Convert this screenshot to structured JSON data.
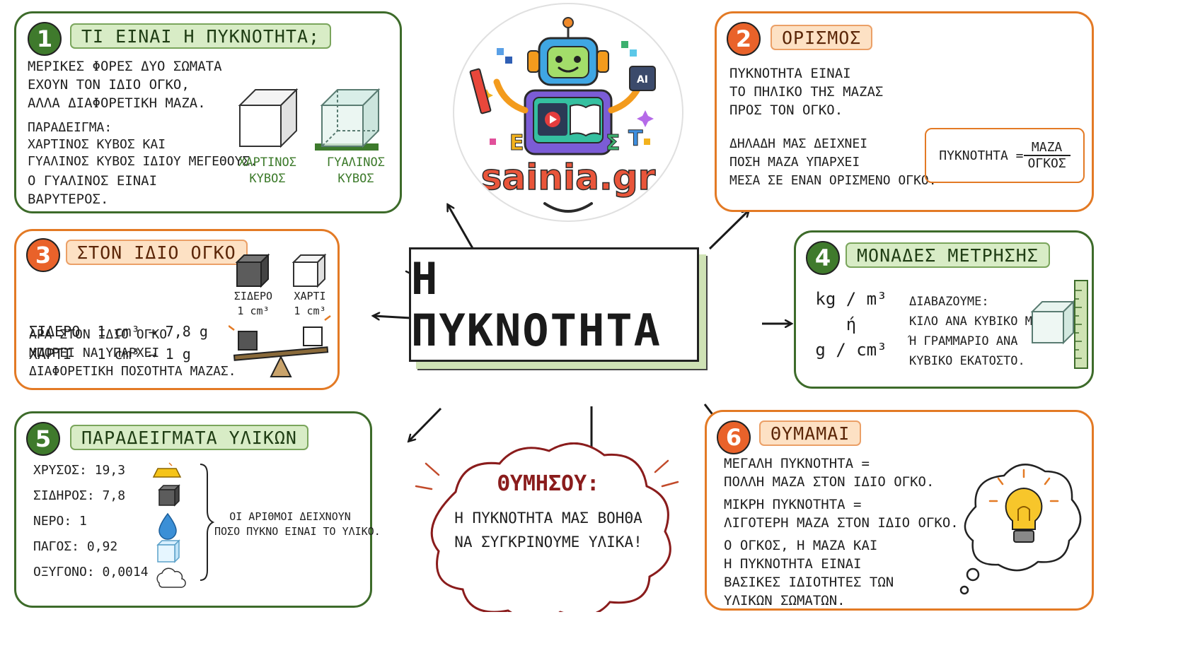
{
  "colors": {
    "green": "#3d6b2a",
    "orange": "#e37a25",
    "dark_red": "#8a1c1c"
  },
  "center": {
    "title": "Η ΠΥΚΝΟΤΗΤΑ"
  },
  "logo": {
    "text": "sainia.gr",
    "chip": "AI",
    "letters": [
      "E",
      "Σ",
      "T"
    ]
  },
  "panel1": {
    "number": "1",
    "title": "ΤΙ ΕΙΝΑΙ Η ΠΥΚΝΟΤΗΤΑ;",
    "lines": [
      "ΜΕΡΙΚΕΣ ΦΟΡΕΣ ΔΥΟ ΣΩΜΑΤΑ",
      "ΕΧΟΥΝ ΤΟΝ ΙΔΙΟ ΟΓΚΟ,",
      "ΑΛΛΑ ΔΙΑΦΟΡΕΤΙΚΗ ΜΑΖΑ."
    ],
    "example_lines": [
      "ΠΑΡΑΔΕΙΓΜΑ:",
      "ΧΑΡΤΙΝΟΣ ΚΥΒΟΣ ΚΑΙ",
      "ΓΥΑΛΙΝΟΣ ΚΥΒΟΣ ΙΔΙΟΥ ΜΕΓΕΘΟΥΣ."
    ],
    "conclusion_lines": [
      "Ο ΓΥΑΛΙΝΟΣ ΕΙΝΑΙ",
      "ΒΑΡΥΤΕΡΟΣ."
    ],
    "cube1_label": [
      "ΧΑΡΤΙΝΟΣ",
      "ΚΥΒΟΣ"
    ],
    "cube2_label": [
      "ΓΥΑΛΙΝΟΣ",
      "ΚΥΒΟΣ"
    ]
  },
  "panel2": {
    "number": "2",
    "title": "ΟΡΙΣΜΟΣ",
    "lines": [
      "ΠΥΚΝΟΤΗΤΑ ΕΙΝΑΙ",
      "ΤΟ ΠΗΛΙΚΟ ΤΗΣ ΜΑΖΑΣ",
      "ΠΡΟΣ ΤΟΝ ΟΓΚΟ."
    ],
    "lines2": [
      "ΔΗΛΑΔΗ ΜΑΣ ΔΕΙΧΝΕΙ",
      "ΠΟΣΗ ΜΑΖΑ ΥΠΑΡΧΕΙ",
      "ΜΕΣΑ ΣΕ ΕΝΑΝ ΟΡΙΣΜΕΝΟ ΟΓΚΟ."
    ],
    "formula": {
      "lhs": "ΠΥΚΝΟΤΗΤΑ =",
      "numerator": "ΜΑΖΑ",
      "denominator": "ΟΓΚΟΣ"
    }
  },
  "panel3": {
    "number": "3",
    "title": "ΣΤΟΝ ΙΔΙΟ ΟΓΚΟ",
    "rows": [
      "ΣΙΔΕΡΟ  1 cm³ → 7,8 g",
      "ΧΑΡΤΙ   1 cm³ → 1 g"
    ],
    "lines": [
      "ΑΡΑ ΣΤΟΝ ΙΔΙΟ ΟΓΚΟ",
      "ΜΠΟΡΕΙ ΝΑ ΥΠΑΡΧΕΙ",
      "ΔΙΑΦΟΡΕΤΙΚΗ ΠΟΣΟΤΗΤΑ ΜΑΖΑΣ."
    ],
    "cube1_label": [
      "ΣΙΔΕΡΟ",
      "1 cm³"
    ],
    "cube2_label": [
      "ΧΑΡΤΙ",
      "1 cm³"
    ]
  },
  "panel4": {
    "number": "4",
    "title": "ΜΟΝΑΔΕΣ ΜΕΤΡΗΣΗΣ",
    "units": [
      "kg / m³",
      "ή",
      "g / cm³"
    ],
    "lines": [
      "ΔΙΑΒΑΖΟΥΜΕ:",
      "ΚΙΛΟ ΑΝΑ ΚΥΒΙΚΟ ΜΕΤΡΟ",
      "Ή ΓΡΑΜΜΑΡΙΟ ΑΝΑ",
      "ΚΥΒΙΚΟ ΕΚΑΤΟΣΤΟ."
    ]
  },
  "panel5": {
    "number": "5",
    "title": "ΠΑΡΑΔΕΙΓΜΑΤΑ ΥΛΙΚΩΝ",
    "materials": [
      {
        "name": "ΧΡΥΣΟΣ:",
        "value": "19,3"
      },
      {
        "name": "ΣΙΔΗΡΟΣ:",
        "value": "7,8"
      },
      {
        "name": "ΝΕΡΟ:",
        "value": "1"
      },
      {
        "name": "ΠΑΓΟΣ:",
        "value": "0,92"
      },
      {
        "name": "ΟΞΥΓΟΝΟ:",
        "value": "0,0014"
      }
    ],
    "note": [
      "ΟΙ ΑΡΙΘΜΟΙ ΔΕΙΧΝΟΥΝ",
      "ΠΟΣΟ ΠΥΚΝΟ ΕΙΝΑΙ ΤΟ ΥΛΙΚΟ."
    ]
  },
  "panel6": {
    "number": "6",
    "title": "ΘΥΜΑΜΑΙ",
    "lines": [
      "ΜΕΓΑΛΗ ΠΥΚΝΟΤΗΤΑ =",
      "ΠΟΛΛΗ ΜΑΖΑ ΣΤΟΝ ΙΔΙΟ ΟΓΚΟ."
    ],
    "lines2": [
      "ΜΙΚΡΗ ΠΥΚΝΟΤΗΤΑ =",
      "ΛΙΓΟΤΕΡΗ ΜΑΖΑ ΣΤΟΝ ΙΔΙΟ ΟΓΚΟ."
    ],
    "lines3": [
      "Ο ΟΓΚΟΣ, Η ΜΑΖΑ ΚΑΙ",
      "Η ΠΥΚΝΟΤΗΤΑ ΕΙΝΑΙ",
      "ΒΑΣΙΚΕΣ ΙΔΙΟΤΗΤΕΣ ΤΩΝ",
      "ΥΛΙΚΩΝ ΣΩΜΑΤΩΝ."
    ]
  },
  "remember": {
    "title": "ΘΥΜΗΣΟΥ:",
    "lines": [
      "Η ΠΥΚΝΟΤΗΤΑ ΜΑΣ ΒΟΗΘΑ",
      "ΝΑ ΣΥΓΚΡΙΝΟΥΜΕ ΥΛΙΚΑ!"
    ]
  }
}
